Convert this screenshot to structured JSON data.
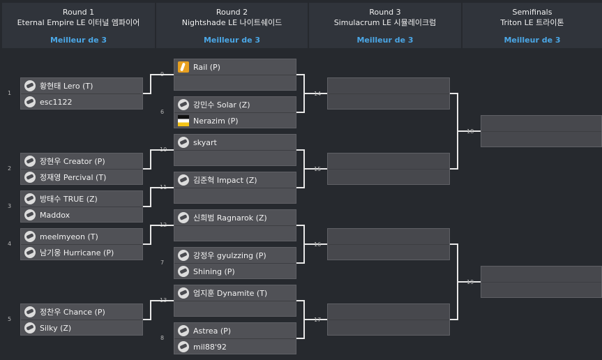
{
  "headers": [
    {
      "round": "Round 1",
      "map": "Eternal Empire LE 이터널 엠파이어",
      "bo": "Meilleur de 3"
    },
    {
      "round": "Round 2",
      "map": "Nightshade LE 나이트쉐이드",
      "bo": "Meilleur de 3"
    },
    {
      "round": "Round 3",
      "map": "Simulacrum LE 시뮬레이크럼",
      "bo": "Meilleur de 3"
    },
    {
      "round": "Semifinals",
      "map": "Triton LE 트라이톤",
      "bo": "Meilleur de 3"
    }
  ],
  "round1": [
    {
      "seed": "1",
      "p1": "황현태 Lero (T)",
      "p2": "esc1122"
    },
    {
      "seed": "2",
      "p1": "장현우 Creator (P)",
      "p2": "정재영 Percival (T)"
    },
    {
      "seed": "3",
      "p1": "방태수 TRUE (Z)",
      "p2": "Maddox"
    },
    {
      "seed": "4",
      "p1": "meelmyeon (T)",
      "p2": "남기웅 Hurricane (P)"
    },
    {
      "seed": "5",
      "p1": "정찬우 Chance (P)",
      "p2": "Silky (Z)"
    }
  ],
  "round2": [
    {
      "label": "9",
      "p1": "Rail (P)",
      "p2": ""
    },
    {
      "label": "6",
      "p1": "강민수 Solar (Z)",
      "p2": "Nerazim (P)"
    },
    {
      "label": "10",
      "p1": "skyart",
      "p2": ""
    },
    {
      "label": "11",
      "p1": "김준혁 Impact (Z)",
      "p2": ""
    },
    {
      "label": "12",
      "p1": "신희범 Ragnarok (Z)",
      "p2": ""
    },
    {
      "label": "7",
      "p1": "강정우 gyulzzing (P)",
      "p2": "Shining (P)"
    },
    {
      "label": "13",
      "p1": "엄지훈 Dynamite (T)",
      "p2": ""
    },
    {
      "label": "8",
      "p1": "Astrea (P)",
      "p2": "mil88'92"
    }
  ],
  "round3_labels": [
    "14",
    "15",
    "16",
    "17"
  ],
  "semi_labels": [
    "18",
    "19"
  ]
}
